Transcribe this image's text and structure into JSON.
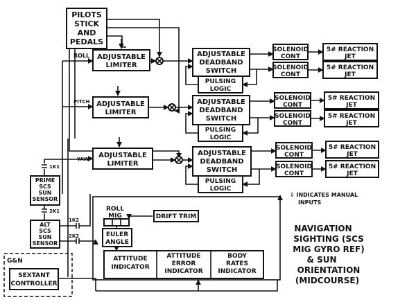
{
  "pilot": [
    "PILOTS",
    "STICK",
    "AND",
    "PEDALS"
  ],
  "axes": [
    {
      "label": "ROLL",
      "limiter": [
        "ADJUSTABLE",
        "LIMITER"
      ],
      "switch": [
        "ADJUSTABLE",
        "DEADBAND",
        "SWITCH"
      ],
      "pulsing": [
        "PULSING",
        "LOGIC"
      ],
      "solenoid": [
        "SOLENOID",
        "CONT"
      ],
      "jet": [
        "5# REACTION",
        "JET"
      ]
    },
    {
      "label": "PITCH",
      "limiter": [
        "ADJUSTABLE",
        "LIMITER"
      ],
      "switch": [
        "ADJUSTABLE",
        "DEADBAND",
        "SWITCH"
      ],
      "pulsing": [
        "PULSING",
        "LOGIC"
      ],
      "solenoid": [
        "SOLENOID",
        "CONT"
      ],
      "jet": [
        "5# REACTION",
        "JET"
      ]
    },
    {
      "label": "YAW",
      "limiter": [
        "ADJUSTABLE",
        "LIMITER"
      ],
      "switch": [
        "ADJUSTABLE",
        "DEADBAND",
        "SWITCH"
      ],
      "pulsing": [
        "PULSING",
        "LOGIC"
      ],
      "solenoid": [
        "SOLENOID",
        "CONT"
      ],
      "jet": [
        "5# REACTION",
        "JET"
      ]
    }
  ],
  "switches": [
    "1K1",
    "2K1",
    "1K2",
    "2K2"
  ],
  "prime_sensor": [
    "PRIME",
    "SCS",
    "SUN",
    "SENSOR"
  ],
  "alt_sensor": [
    "ALT",
    "SCS",
    "SUN",
    "SENSOR"
  ],
  "roll_mig": [
    "ROLL",
    "MIG"
  ],
  "drift_trim": "DRIFT TRIM",
  "euler": [
    "EULER",
    "ANGLE"
  ],
  "indicators": [
    [
      "ATTITUDE",
      "INDICATOR"
    ],
    [
      "ATTITUDE",
      "ERROR",
      "INDICATOR"
    ],
    [
      "BODY",
      "RATES",
      "INDICATOR"
    ]
  ],
  "gn": "G&N",
  "sextant": [
    "SEXTANT",
    "CONTROLLER"
  ],
  "legend": [
    "⇩ INDICATES MANUAL",
    "INPUTS"
  ],
  "notes": [
    "NAVIGATION",
    "SIGHTING (SCS",
    "MIG GYRO REF)",
    "& SUN",
    "ORIENTATION",
    "(MIDCOURSE)"
  ]
}
